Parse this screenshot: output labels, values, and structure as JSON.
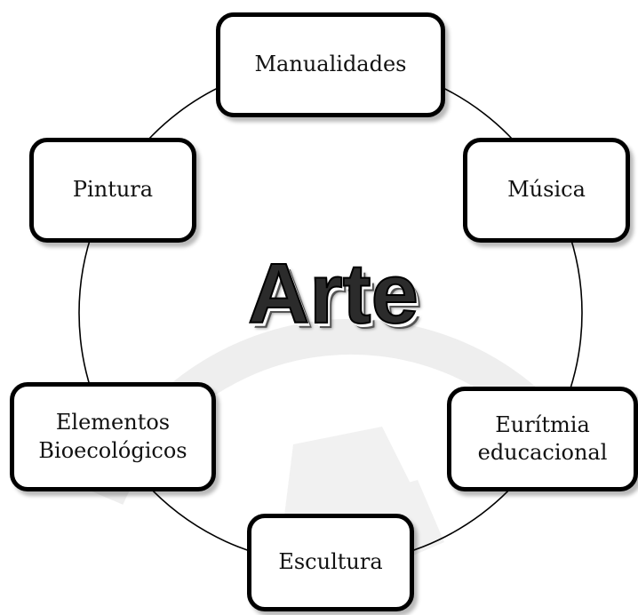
{
  "diagram": {
    "center_label": "Arte",
    "nodes": [
      {
        "id": "manualidades",
        "label": "Manualidades"
      },
      {
        "id": "musica",
        "label": "Música"
      },
      {
        "id": "euritmia",
        "label": "Eurítmia\neducacional"
      },
      {
        "id": "escultura",
        "label": "Escultura"
      },
      {
        "id": "elementos",
        "label": "Elementos\nBioecológicos"
      },
      {
        "id": "pintura",
        "label": "Pintura"
      }
    ]
  },
  "colors": {
    "background": "#ffffff",
    "node_border": "#000000",
    "ring_stroke": "#000000",
    "title_fill": "#2b2b2b",
    "watermark": "#eeeeee"
  },
  "icons": {
    "watermark": "university-seal-watermark"
  }
}
